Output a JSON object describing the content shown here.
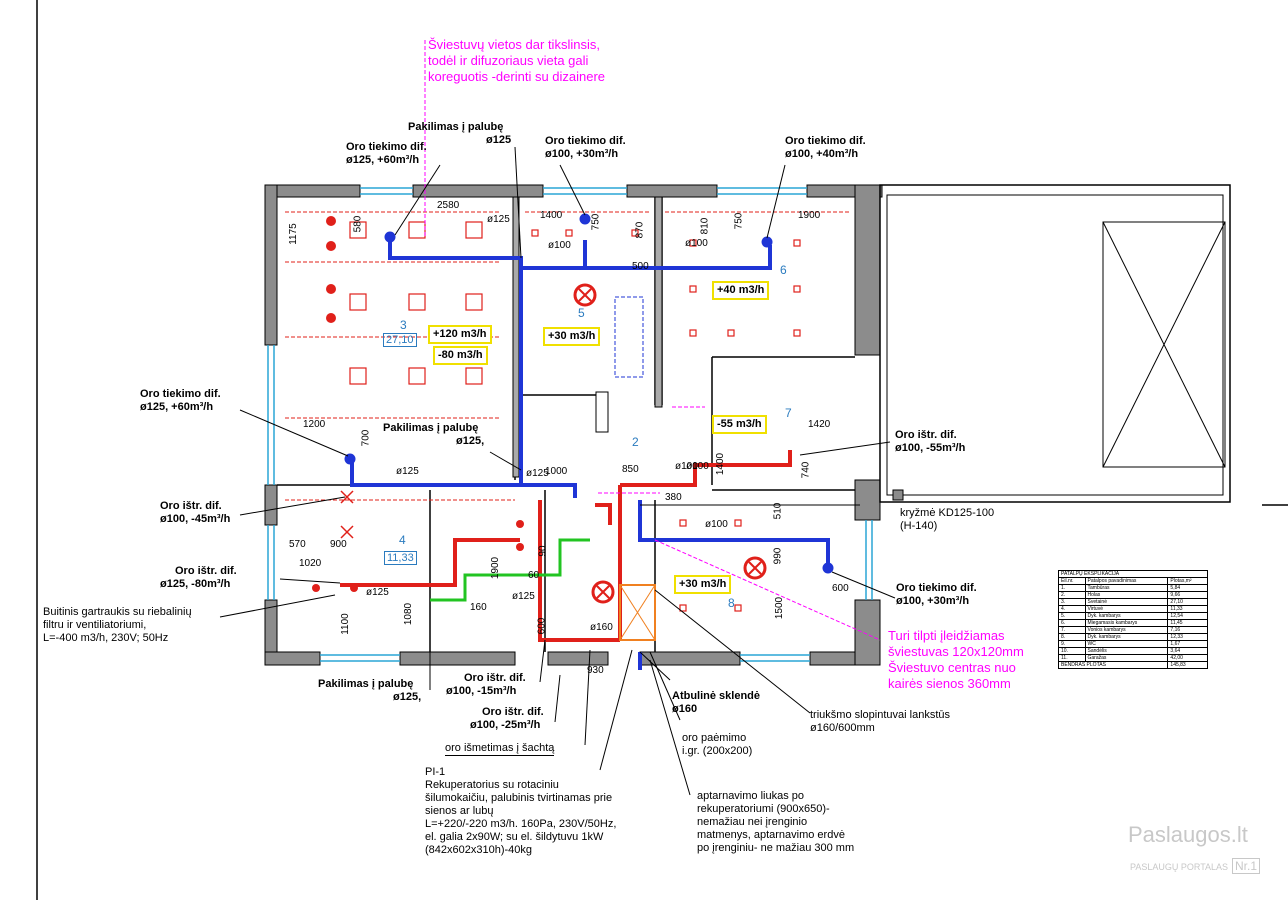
{
  "notes": {
    "top_pink": [
      "Šviestuvų vietos dar tikslinsis,",
      "todėl ir difuzoriaus vieta gali",
      "koreguotis -derinti su dizainere"
    ],
    "right_pink": [
      "Turi tilpti įleidžiamas",
      "šviestuvas 120x120mm",
      "Šviestuvo centras nuo",
      "kairės sienos 360mm"
    ]
  },
  "callouts": {
    "pakilimas_top": [
      "Pakilimas į palubę",
      "ø125"
    ],
    "oro_tiekimo_1": [
      "Oro tiekimo dif.",
      "ø125, +60m³/h"
    ],
    "oro_tiekimo_2": [
      "Oro tiekimo dif.",
      "ø100, +30m³/h"
    ],
    "oro_tiekimo_3": [
      "Oro tiekimo dif.",
      "ø100, +40m³/h"
    ],
    "oro_tiekimo_4": [
      "Oro tiekimo dif.",
      "ø125, +60m³/h"
    ],
    "pakilimas_mid": [
      "Pakilimas į palubę",
      "ø125,"
    ],
    "oro_istr_1": [
      "Oro ištr. dif.",
      "ø100, -45m³/h"
    ],
    "oro_istr_2": [
      "Oro ištr. dif.",
      "ø125, -80m³/h"
    ],
    "builtin": [
      "Buitinis  gartraukis su riebalinių",
      "filtru ir ventiliatoriumi,",
      "L=-400 m3/h, 230V;  50Hz"
    ],
    "pakilimas_bot": [
      "Pakilimas į palubę",
      "ø125,"
    ],
    "oro_istr_3": [
      "Oro ištr. dif.",
      "ø100, -15m³/h"
    ],
    "oro_istr_4": [
      "Oro ištr. dif.",
      "ø100, -25m³/h"
    ],
    "oro_ismetimas": "oro išmetimas į šachtą",
    "pi1": [
      "PI-1",
      "Rekuperatorius su rotaciniu",
      "šilumokaičiu, palubinis tvirtinamas prie",
      "sienos ar lubų",
      "L=+220/-220 m3/h. 160Pa, 230V/50Hz,",
      "el. galia 2x90W; su el. šildytuvu 1kW",
      "(842x602x310h)-40kg"
    ],
    "atbuline": [
      "Atbulinė sklendė",
      "ø160"
    ],
    "oro_paemimo": [
      "oro paėmimo",
      "i.gr. (200x200)"
    ],
    "aptarnavimo": [
      "aptarnavimo liukas po",
      "rekuperatoriumi  (900x650)-",
      "nemažiau nei įrenginio",
      "matmenys, aptarnavimo erdvė",
      "po įrenginiu- ne mažiau 300 mm"
    ],
    "triuksmo": [
      "triukšmo slopintuvai lankstūs",
      "ø160/600mm"
    ],
    "oro_tiekimo_5": [
      "Oro tiekimo dif.",
      "ø100, +30m³/h"
    ],
    "oro_istr_5": [
      "Oro ištr. dif.",
      "ø100, -55m³/h"
    ],
    "kryzme": [
      "kryžmė KD125-100",
      "(H-140)"
    ]
  },
  "flow_boxes": [
    "+120 m3/h",
    "-80 m3/h",
    "+30 m3/h",
    "+40 m3/h",
    "-55 m3/h",
    "+30 m3/h"
  ],
  "room_numbers": [
    "3",
    "5",
    "6",
    "7",
    "2",
    "4",
    "8"
  ],
  "room_areas": [
    "27,10",
    "11,33"
  ],
  "dimensions": [
    "2580",
    "1175",
    "580",
    "1400",
    "750",
    "870",
    "810",
    "750",
    "1900",
    "500",
    "ø125",
    "ø100",
    "ø100",
    "1200",
    "700",
    "ø125",
    "1000",
    "850",
    "ø100",
    "1400",
    "1420",
    "740",
    "380",
    "510",
    "990",
    "1500",
    "600",
    "ø100",
    "570",
    "900",
    "1020",
    "1900",
    "160",
    "1080",
    "1100",
    "600",
    "930",
    "ø125",
    "ø125",
    "ø160",
    "90",
    "60",
    "ø125",
    "ø100"
  ],
  "legend": {
    "title": "PATALPŲ EKSPLIKACIJA",
    "headers": [
      "Eil.nr.",
      "Patalpos pavadinimas",
      "Plotas,m²"
    ],
    "rows": [
      [
        "1.",
        "Tambūras",
        "5,84"
      ],
      [
        "2.",
        "Holas",
        "9,66"
      ],
      [
        "3.",
        "Svetainė",
        "27,10"
      ],
      [
        "4.",
        "Virtuvė",
        "11,33"
      ],
      [
        "5.",
        "Dyk. kambarys",
        "12,54"
      ],
      [
        "6.",
        "Miegamasis kambarys",
        "11,45"
      ],
      [
        "7.",
        "Vonios kambarys",
        "7,16"
      ],
      [
        "8.",
        "Dyk. kambarys",
        "12,33"
      ],
      [
        "9.",
        "WC",
        "1,67"
      ],
      [
        "10.",
        "Sandėlis",
        "3,64"
      ],
      [
        "11.",
        "Garažas",
        "42,00"
      ]
    ],
    "footer": [
      "BENDRAS PLOTAS",
      "145,83"
    ]
  },
  "watermark": {
    "brand": "Paslaugos.lt",
    "sub": "PASLAUGŲ PORTALAS",
    "rank": "Nr.1"
  },
  "colors": {
    "supply": "#1f35d6",
    "exhaust": "#e0201a",
    "note": "#ff00ff",
    "wall": "#7a7a7a",
    "box": "#f0e000",
    "window": "#2aa6d6"
  }
}
